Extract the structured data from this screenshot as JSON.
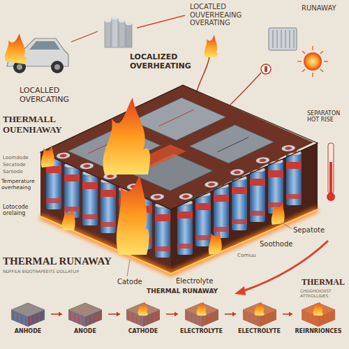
{
  "diagram": {
    "nodes": [
      {
        "text": [
          "ANHODE"
        ]
      },
      {
        "text": [
          "ANODE"
        ]
      },
      {
        "text": [
          "CATHODE"
        ]
      },
      {
        "text": [
          "ELECTROLYTE"
        ]
      },
      {
        "text": [
          "ELECTROLYTE"
        ]
      },
      {
        "text": [
          "REIRNRIONCES"
        ]
      }
    ],
    "edges": [
      {
        "from": 0,
        "to": 1,
        "arrow": "to"
      },
      {
        "from": 1,
        "to": 2,
        "arrow": "to"
      },
      {
        "from": 2,
        "to": 3,
        "arrow": "to"
      },
      {
        "from": 3,
        "to": 4,
        "arrow": "to"
      },
      {
        "from": 4,
        "to": 5,
        "arrow": "to"
      }
    ],
    "labels": [
      "LOCATLED OUVERHEAING OVERATING",
      "RUNAWAY",
      "LOCALIZED OVERHEATING",
      "LOCALLED OVERCATING",
      "THERMALL OUENHAWAY",
      "SEPARATON HOT RISE",
      "Loomdode",
      "Secatode",
      "Saroode",
      "Temperature overheaing",
      "Lotocode orelaing",
      "THERMAL RUNAWAY",
      "Catode",
      "Electrolyte",
      "Sepatote",
      "Soothode",
      "Comiuu",
      "THERMAL",
      "CHGGHOIOIIST ATTROLLIDES",
      "THERMAL RUNAWAY",
      "NDFFILN BIDOTRAPEEITS DOLLATLIP"
    ]
  }
}
